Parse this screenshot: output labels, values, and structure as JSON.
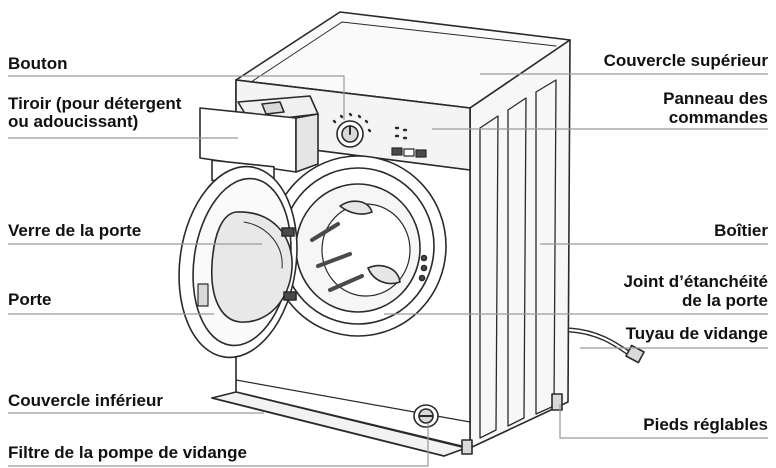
{
  "labels": {
    "bouton": "Bouton",
    "tiroir_line1": "Tiroir (pour détergent",
    "tiroir_line2": "ou adoucissant)",
    "verre": "Verre de la porte",
    "porte": "Porte",
    "couvercle_inferieur": "Couvercle inférieur",
    "filtre": "Filtre de la pompe de vidange",
    "couvercle_superieur": "Couvercle supérieur",
    "panneau_line1": "Panneau des",
    "panneau_line2": "commandes",
    "boitier": "Boîtier",
    "joint_line1": "Joint d’étanchéité",
    "joint_line2": "de la porte",
    "tuyau": "Tuyau de vidange",
    "pieds": "Pieds réglables"
  },
  "colors": {
    "outline": "#2a2a2a",
    "leader": "#9a9a9a",
    "panel": "#f4f4f4",
    "shade": "#d9d9d9",
    "dark": "#4a4a4a"
  },
  "panel_display": {
    "dial_marks": "· · · · · ·"
  }
}
